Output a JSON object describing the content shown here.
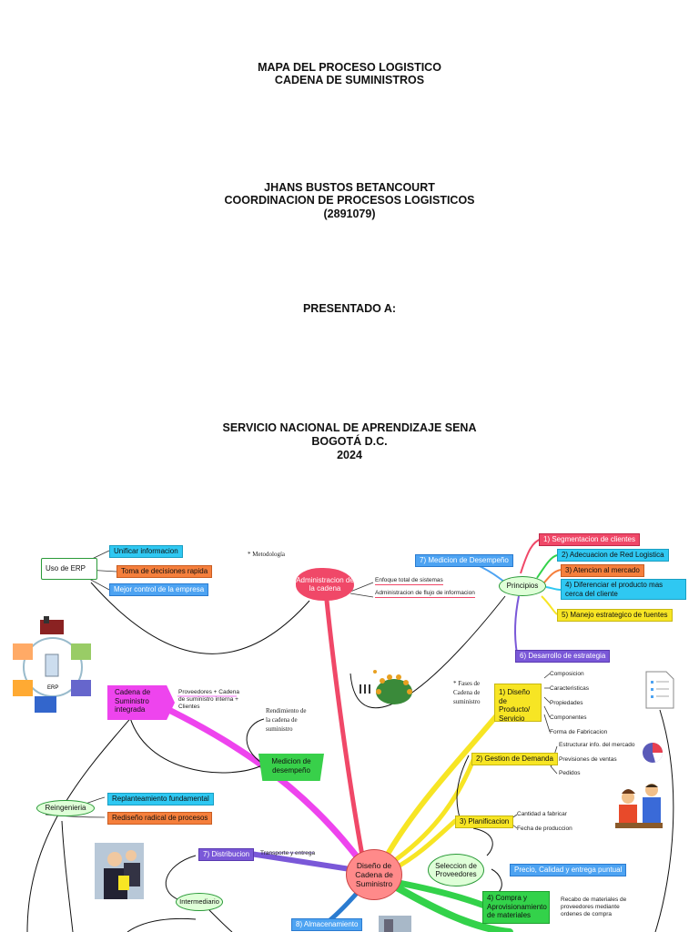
{
  "cover": {
    "title_line1": "MAPA DEL PROCESO LOGISTICO",
    "title_line2": "CADENA DE SUMINISTROS",
    "author_line1": "JHANS BUSTOS BETANCOURT",
    "author_line2": "COORDINACION DE PROCESOS LOGISTICOS",
    "author_line3": "(2891079)",
    "presented_to": "PRESENTADO A:",
    "institution_line1": "SERVICIO NACIONAL DE APRENDIZAJE SENA",
    "institution_line2": "BOGOTÁ D.C.",
    "institution_line3": "2024"
  },
  "mindmap": {
    "center": "Diseño de Cadena de Suministro",
    "uso_erp": {
      "label": "Uso de ERP",
      "items": [
        "Unificar  informacion",
        "Toma de decisiones rapida",
        "Mejor control de la empresa"
      ]
    },
    "metodologia_note": "* Metodología",
    "administracion": {
      "label": "Administracion de la cadena",
      "items": [
        "Enfoque total de sistemas",
        "Administracion de flujo de informacion"
      ]
    },
    "principios": {
      "label": "Principios",
      "items": [
        "7) Medicion de Desempeño",
        "1) Segmentacion de clientes",
        "2) Adecuacion de Red Logistica",
        "3) Atencion al mercado",
        "4) Diferenciar el producto mas cerca del cliente",
        "5) Manejo estrategico de fuentes",
        "6) Desarrollo de estrategia"
      ]
    },
    "erp_diagram_labels": [
      "ERP"
    ],
    "cadena_integrada": {
      "label": "Cadena de Suministro integrada",
      "note": "Proveedores + Cadena de suministro interna + Clientes"
    },
    "rendimiento_note": "Rendimiento de la cadena de suministro",
    "medicion": "Medicion de desempeño",
    "fases_note": "* Fases de Cadena de suministro",
    "diseno_producto": {
      "label": "1) Diseño de Producto/ Servicio",
      "items": [
        "Composicion",
        "Caracteristicas",
        "Propiedades",
        "Componentes",
        "Forma de Fabricacion"
      ]
    },
    "gestion_demanda": {
      "label": "2) Gestion de Demanda",
      "items": [
        "Estructurar info. del mercado",
        "Previsiones de ventas",
        "Pedidos"
      ]
    },
    "planificacion": {
      "label": "3) Planificacion",
      "items": [
        "Cantidad a fabricar",
        "Fecha de produccion"
      ]
    },
    "seleccion": {
      "label": "Seleccion de Proveedores",
      "items": [
        "Precio, Calidad y entrega puntual"
      ]
    },
    "compra": {
      "label": "4) Compra y Aprovisionamiento de materiales",
      "note": "Recabo de materiales de proveedores mediante ordenes de compra"
    },
    "reingenieria": {
      "label": "Reingenieria",
      "items": [
        "Replanteamiento fundamental",
        "Rediseño radical de procesos"
      ]
    },
    "distribucion": {
      "label": "7) Distribucion",
      "note": "Transporte y entrega"
    },
    "intermediario": "Intermediario",
    "almacenamiento": "8) Almacenamiento",
    "colors": {
      "cyan": "#2fc8f2",
      "orange": "#f57f3c",
      "blue": "#4da3f2",
      "red": "#f04868",
      "green": "#33d24a",
      "yellow": "#f7e524",
      "purple": "#7a58d8",
      "magenta": "#ee44ee"
    },
    "icons": [
      "erp-cycle-diagram",
      "people-network-icon",
      "businessman-photo",
      "document-checklist-icon",
      "pie-chart-icon",
      "business-people-icon"
    ]
  }
}
